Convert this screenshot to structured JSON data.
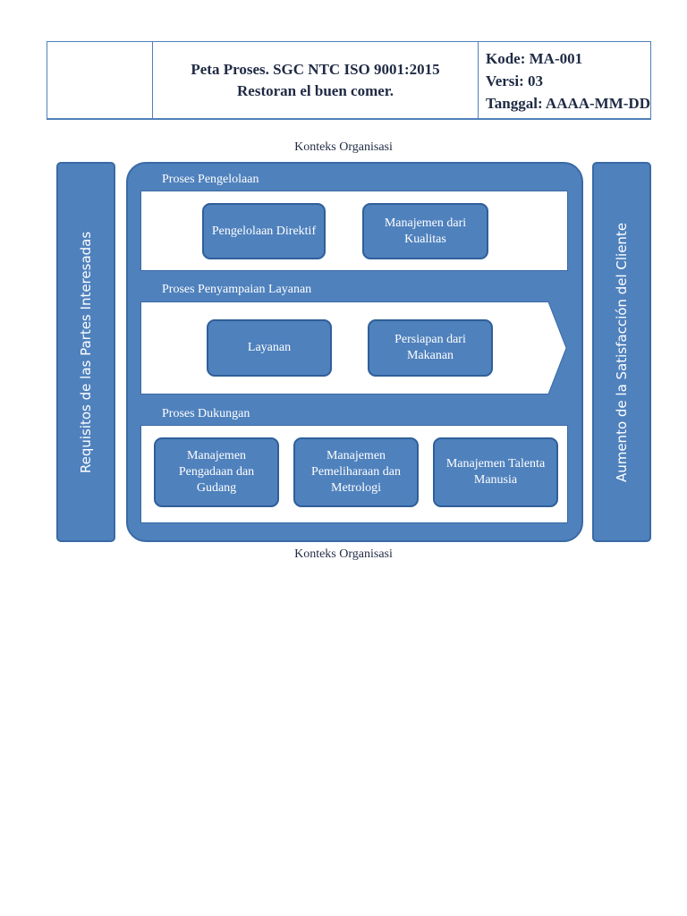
{
  "header": {
    "title_line1": "Peta Proses. SGC NTC ISO 9001:2015",
    "title_line2": "Restoran el buen comer.",
    "kode": "Kode: MA-001",
    "versi": "Versi: 03",
    "tanggal": "Tanggal: AAAA-MM-DD"
  },
  "context_top": "Konteks Organisasi",
  "context_bottom": "Konteks Organisasi",
  "left_bar": "Requisitos de las Partes Interesadas",
  "right_bar": "Aumento de la Satisfacción del Cliente",
  "sections": {
    "management": {
      "label": "Proses Pengelolaan",
      "items": [
        "Pengelolaan Direktif",
        "Manajemen dari Kualitas"
      ]
    },
    "delivery": {
      "label": "Proses Penyampaian Layanan",
      "items": [
        "Layanan",
        "Persiapan dari Makanan"
      ]
    },
    "support": {
      "label": "Proses Dukungan",
      "items": [
        "Manajemen Pengadaan dan Gudang",
        "Manajemen Pemeliharaan dan Metrologi",
        "Manajemen Talenta Manusia"
      ]
    }
  },
  "colors": {
    "box_fill": "#4f81bd",
    "box_border": "#2f5f99",
    "text_dark": "#1f2a44"
  }
}
